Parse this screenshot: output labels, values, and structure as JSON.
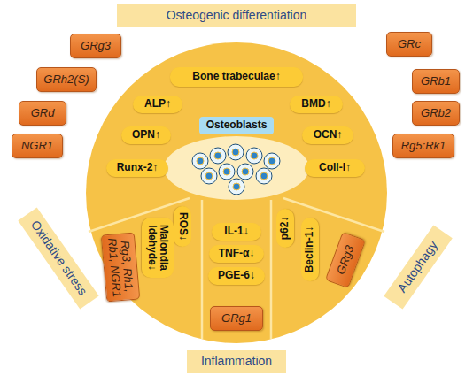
{
  "diagram": {
    "nodes": [
      {
        "text": [
          "Osteogenic differentiation"
        ]
      },
      {
        "text": [
          "GRg3"
        ]
      },
      {
        "text": [
          "GRc"
        ]
      },
      {
        "text": [
          "GRh2(S)"
        ]
      },
      {
        "text": [
          "Bone trabeculae↑"
        ]
      },
      {
        "text": [
          "GRb1"
        ]
      },
      {
        "text": [
          "GRd"
        ]
      },
      {
        "text": [
          "ALP↑"
        ]
      },
      {
        "text": [
          "BMD↑"
        ]
      },
      {
        "text": [
          "GRb2"
        ]
      },
      {
        "text": [
          "Osteoblasts"
        ]
      },
      {
        "text": [
          "OPN↑"
        ]
      },
      {
        "text": [
          "OCN↑"
        ]
      },
      {
        "text": [
          "NGR1"
        ]
      },
      {
        "text": [
          "Rg5:Rk1"
        ]
      },
      {
        "text": [
          "Runx-2↑"
        ]
      },
      {
        "text": [
          "Coll-I↑"
        ]
      },
      {
        "text": [
          "ROS↓"
        ]
      },
      {
        "text": [
          "Malondia ldehyde↓"
        ]
      },
      {
        "text": [
          "Rg3, Rh1, Rb1, NGR1"
        ]
      },
      {
        "text": [
          "IL-1↓"
        ]
      },
      {
        "text": [
          "p62↓"
        ]
      },
      {
        "text": [
          "Beclin-1↓"
        ]
      },
      {
        "text": [
          "TNF-α↓"
        ]
      },
      {
        "text": [
          "PGE-6↓"
        ]
      },
      {
        "text": [
          "GRg3"
        ]
      },
      {
        "text": [
          "Oxidative stress"
        ]
      },
      {
        "text": [
          "Autophagy"
        ]
      },
      {
        "text": [
          "GRg1"
        ]
      },
      {
        "text": [
          "Inflammation"
        ]
      }
    ]
  }
}
